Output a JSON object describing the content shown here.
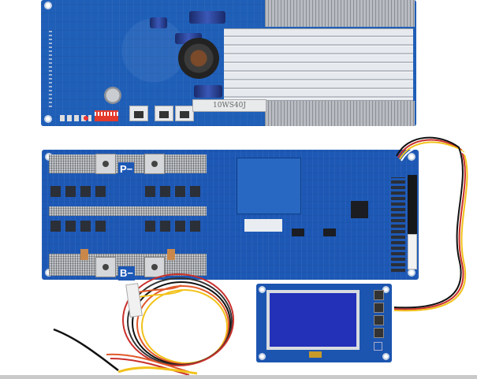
{
  "scene": {
    "description": "Product photo of a lithium battery management system (BMS) kit on white background",
    "background_color": "#ffffff"
  },
  "top_board": {
    "name": "Controller / inverter board with aluminum heat sink",
    "color": "#1f5fb8",
    "heatsink_label": "10WS40J",
    "rj45_ports": 3
  },
  "bms_board": {
    "name": "BMS power board with MOSFET arrays",
    "color": "#1d58b5",
    "terminal_labels": [
      "P−",
      "B−"
    ]
  },
  "display_module": {
    "name": "LCD display module",
    "screen_color": "#2330b8",
    "buttons": 5
  },
  "cables": {
    "harness_colors": [
      "#111111",
      "#e0582a",
      "#f2c21a",
      "#ffffff",
      "#c9302c"
    ]
  }
}
